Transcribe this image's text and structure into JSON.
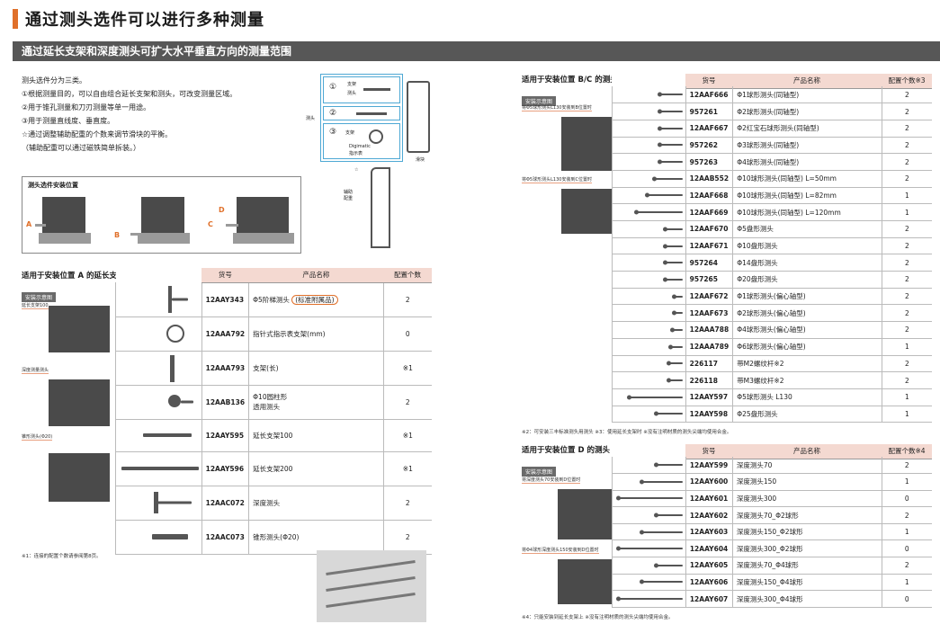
{
  "page": {
    "title": "通过测头选件可以进行多种测量",
    "subtitle": "通过延长支架和深度测头可扩大水平垂直方向的测量范围"
  },
  "intro": [
    "测头选件分为三类。",
    "①根据测量目的，可以自由组合延长支架和测头，可改变测量区域。",
    "②用于锥孔测量和刀刃测量等单一用途。",
    "③用于测量直线度、垂直度。",
    "☆通过调整辅助配重的个数来调节滑块的平衡。",
    "（辅助配重可以通过磁铁简单拆装。）"
  ],
  "position_box": {
    "label": "测头选件安装位置",
    "letters": [
      "A",
      "B",
      "C",
      "D"
    ]
  },
  "diagram": {
    "items": [
      "①",
      "②",
      "③"
    ],
    "labels": {
      "bracket": "支架",
      "probe": "测头",
      "side": "测头",
      "digimatic": "Digimatic",
      "indicator": "指示表",
      "slider": "滑块",
      "weight": "辅助配重",
      "star": "☆"
    }
  },
  "table_a": {
    "title": "适用于安装位置 A 的延长支架 / 测头",
    "headers": {
      "code": "货号",
      "name": "产品名称",
      "qty": "配置个数"
    },
    "install_tag": "安装示意图",
    "side_labels": [
      "延长支架100",
      "深度测量测头",
      "锥形测头(Φ20)"
    ],
    "rows": [
      {
        "code": "12AAY343",
        "name": "Φ5阶梯测头",
        "tag": "(标准附属品)",
        "qty": "2"
      },
      {
        "code": "12AAA792",
        "name": "指针式指示表支架(mm)",
        "qty": "0"
      },
      {
        "code": "12AAA793",
        "name": "支架(长)",
        "qty": "※1"
      },
      {
        "code": "12AAB136",
        "name": "Φ10圆柱形\n透用测头",
        "qty": "2"
      },
      {
        "code": "12AAY595",
        "name": "延长支架100",
        "qty": "※1"
      },
      {
        "code": "12AAY596",
        "name": "延长支架200",
        "qty": "※1"
      },
      {
        "code": "12AAC072",
        "name": "深度测头",
        "qty": "2"
      },
      {
        "code": "12AAC073",
        "name": "锥形测头(Φ20)",
        "qty": "2"
      }
    ],
    "footnote": "※1：连接的配置个数请参阅第8页。"
  },
  "table_bc": {
    "title": "适用于安装位置 B/C 的测头",
    "headers": {
      "code": "货号",
      "name": "产品名称",
      "qty": "配置个数※3"
    },
    "install_tag": "安装示意图",
    "side_labels": [
      "将Φ5球形测头L130安装到B位置时",
      "将Φ5球形测头L130安装到C位置时"
    ],
    "rows": [
      {
        "code": "12AAF666",
        "name": "Φ1球形测头(同轴型)",
        "qty": "2"
      },
      {
        "code": "957261",
        "name": "Φ2球形测头(同轴型)",
        "qty": "2"
      },
      {
        "code": "12AAF667",
        "name": "Φ2红宝石球形测头(同轴型)",
        "qty": "2"
      },
      {
        "code": "957262",
        "name": "Φ3球形测头(同轴型)",
        "qty": "2"
      },
      {
        "code": "957263",
        "name": "Φ4球形测头(同轴型)",
        "qty": "2"
      },
      {
        "code": "12AAB552",
        "name": "Φ10球形测头(同轴型) L=50mm",
        "qty": "2"
      },
      {
        "code": "12AAF668",
        "name": "Φ10球形测头(同轴型) L=82mm",
        "qty": "1"
      },
      {
        "code": "12AAF669",
        "name": "Φ10球形测头(同轴型) L=120mm",
        "qty": "1"
      },
      {
        "code": "12AAF670",
        "name": "Φ5盘形测头",
        "qty": "2"
      },
      {
        "code": "12AAF671",
        "name": "Φ10盘形测头",
        "qty": "2"
      },
      {
        "code": "957264",
        "name": "Φ14盘形测头",
        "qty": "2"
      },
      {
        "code": "957265",
        "name": "Φ20盘形测头",
        "qty": "2"
      },
      {
        "code": "12AAF672",
        "name": "Φ1球形测头(偏心轴型)",
        "qty": "2"
      },
      {
        "code": "12AAF673",
        "name": "Φ2球形测头(偏心轴型)",
        "qty": "2"
      },
      {
        "code": "12AAA788",
        "name": "Φ4球形测头(偏心轴型)",
        "qty": "2"
      },
      {
        "code": "12AAA789",
        "name": "Φ6球形测头(偏心轴型)",
        "qty": "1"
      },
      {
        "code": "226117",
        "name": "带M2螺纹杆※2",
        "qty": "2"
      },
      {
        "code": "226118",
        "name": "带M3螺纹杆※2",
        "qty": "2"
      },
      {
        "code": "12AAY597",
        "name": "Φ5球形测头 L130",
        "qty": "1"
      },
      {
        "code": "12AAY598",
        "name": "Φ25盘形测头",
        "qty": "1"
      }
    ],
    "footnote": "※2：可安装三丰标准测头用测头    ※3：使用延长支架时    ※没有注明材质的测头尖端均使用合金。"
  },
  "table_d": {
    "title": "适用于安装位置 D 的测头",
    "headers": {
      "code": "货号",
      "name": "产品名称",
      "qty": "配置个数※4"
    },
    "install_tag": "安装示意图",
    "side_labels": [
      "将深度测头70安装到D位置时",
      "将Φ4球形深度测头150安装到D位置时"
    ],
    "rows": [
      {
        "code": "12AAY599",
        "name": "深度测头70",
        "qty": "2"
      },
      {
        "code": "12AAY600",
        "name": "深度测头150",
        "qty": "1"
      },
      {
        "code": "12AAY601",
        "name": "深度测头300",
        "qty": "0"
      },
      {
        "code": "12AAY602",
        "name": "深度测头70_Φ2球形",
        "qty": "2"
      },
      {
        "code": "12AAY603",
        "name": "深度测头150_Φ2球形",
        "qty": "1"
      },
      {
        "code": "12AAY604",
        "name": "深度测头300_Φ2球形",
        "qty": "0"
      },
      {
        "code": "12AAY605",
        "name": "深度测头70_Φ4球形",
        "qty": "2"
      },
      {
        "code": "12AAY606",
        "name": "深度测头150_Φ4球形",
        "qty": "1"
      },
      {
        "code": "12AAY607",
        "name": "深度测头300_Φ4球形",
        "qty": "0"
      }
    ],
    "footnote": "※4：只能安装到延长支架上    ※没有注明材质的测头尖端均使用合金。"
  },
  "colors": {
    "accent": "#e0702a",
    "header_bg": "#f4d9d1",
    "bar_dark": "#575757",
    "diagram_blue": "#4ea8d4"
  }
}
